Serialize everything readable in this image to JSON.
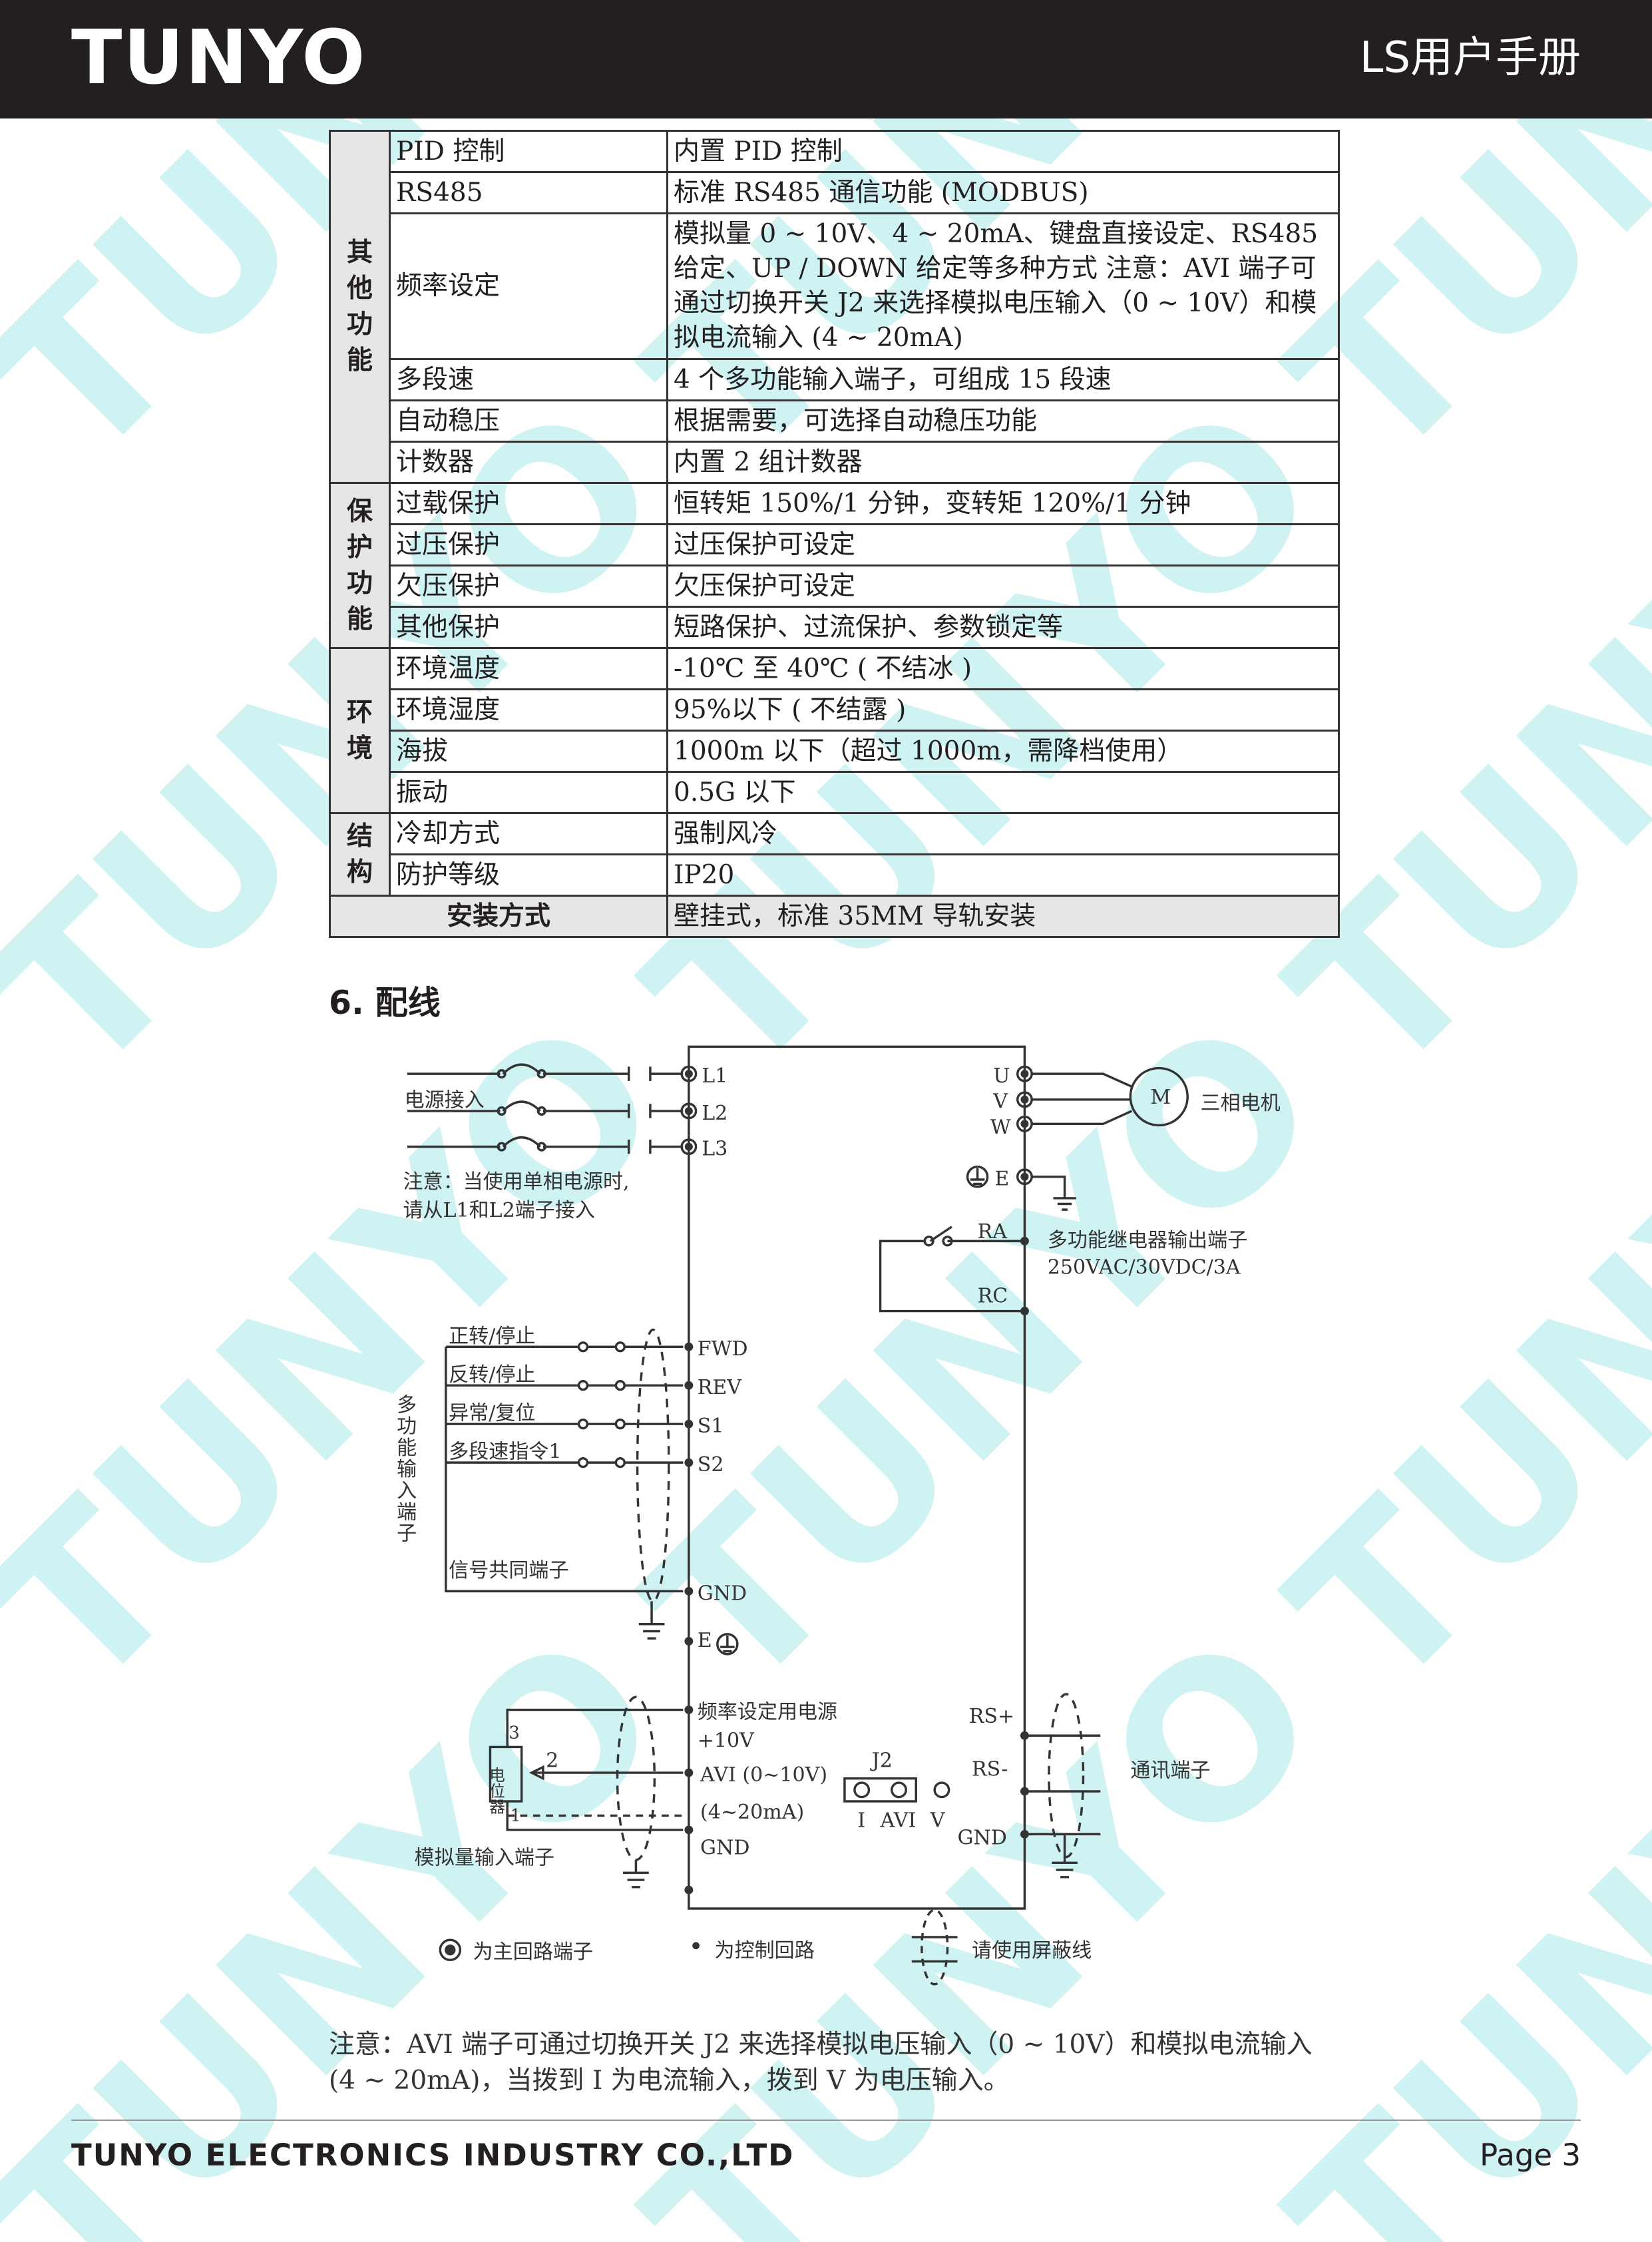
{
  "header": {
    "logo": "TUNYO",
    "title": "LS用户手册"
  },
  "watermark": "TUNYO",
  "spec_table": {
    "groups": {
      "other": "其他功能",
      "protect": "保护功能",
      "env": "环境",
      "struct": "结构"
    },
    "rows": [
      {
        "name": "PID 控制",
        "value": "内置 PID 控制"
      },
      {
        "name": "RS485",
        "value": "标准 RS485 通信功能 (MODBUS)"
      },
      {
        "name": "频率设定",
        "value": "模拟量 0 ~ 10V、4 ~ 20mA、键盘直接设定、RS485 给定、UP / DOWN 给定等多种方式 注意：AVI 端子可通过切换开关 J2 来选择模拟电压输入（0 ~ 10V）和模拟电流输入 (4 ~ 20mA)"
      },
      {
        "name": "多段速",
        "value": "4 个多功能输入端子，可组成 15 段速"
      },
      {
        "name": "自动稳压",
        "value": "根据需要，可选择自动稳压功能"
      },
      {
        "name": "计数器",
        "value": "内置 2 组计数器"
      },
      {
        "name": "过载保护",
        "value": "恒转矩 150%/1 分钟，变转矩 120%/1 分钟"
      },
      {
        "name": "过压保护",
        "value": "过压保护可设定"
      },
      {
        "name": "欠压保护",
        "value": "欠压保护可设定"
      },
      {
        "name": "其他保护",
        "value": "短路保护、过流保护、参数锁定等"
      },
      {
        "name": "环境温度",
        "value": "-10℃ 至 40℃ ( 不结冰 )"
      },
      {
        "name": "环境湿度",
        "value": "95%以下 ( 不结露 )"
      },
      {
        "name": "海拔",
        "value": "1000m 以下（超过 1000m，需降档使用）"
      },
      {
        "name": "振动",
        "value": "0.5G 以下"
      },
      {
        "name": "冷却方式",
        "value": "强制风冷"
      },
      {
        "name": "防护等级",
        "value": "IP20"
      },
      {
        "name": "安装方式",
        "value": "壁挂式，标准 35MM 导轨安装"
      }
    ]
  },
  "section_title": "6. 配线",
  "diagram": {
    "power_in": "电源接入",
    "l1": "L1",
    "l2": "L2",
    "l3": "L3",
    "single_phase_note_1": "注意：当使用单相电源时,",
    "single_phase_note_2": "请从L1和L2端子接入",
    "u": "U",
    "v": "V",
    "w": "W",
    "motor": "M",
    "motor_label": "三相电机",
    "e": "E",
    "ra": "RA",
    "rc": "RC",
    "relay_label_1": "多功能继电器输出端子",
    "relay_label_2": "250VAC/30VDC/3A",
    "fwd_label": "正转/停止",
    "rev_label": "反转/停止",
    "s1_label": "异常/复位",
    "s2_label": "多段速指令1",
    "fwd": "FWD",
    "rev": "REV",
    "s1": "S1",
    "s2": "S2",
    "multi_input": "多功能输入端子",
    "common": "信号共同端子",
    "gnd": "GND",
    "freq_power": "频率设定用电源",
    "plus10v": "+10V",
    "avi": "AVI (0~10V)",
    "ma": "(4~20mA)",
    "pot": "电位器",
    "pin1": "1",
    "pin2": "2",
    "pin3": "3",
    "analog_input": "模拟量输入端子",
    "j2": "J2",
    "j2_i": "I",
    "j2_avi": "AVI",
    "j2_v": "V",
    "rs_plus": "RS+",
    "rs_minus": "RS-",
    "comm": "通讯端子",
    "legend_main": "为主回路端子",
    "legend_ctrl": "为控制回路",
    "legend_shield": "请使用屏蔽线"
  },
  "note": "注意：AVI 端子可通过切换开关 J2 来选择模拟电压输入（0 ~ 10V）和模拟电流输入 (4 ~ 20mA)，当拨到 I 为电流输入，拨到 V 为电压输入。",
  "footer": {
    "company": "TUNYO ELECTRONICS INDUSTRY CO.,LTD",
    "page": "Page 3"
  }
}
